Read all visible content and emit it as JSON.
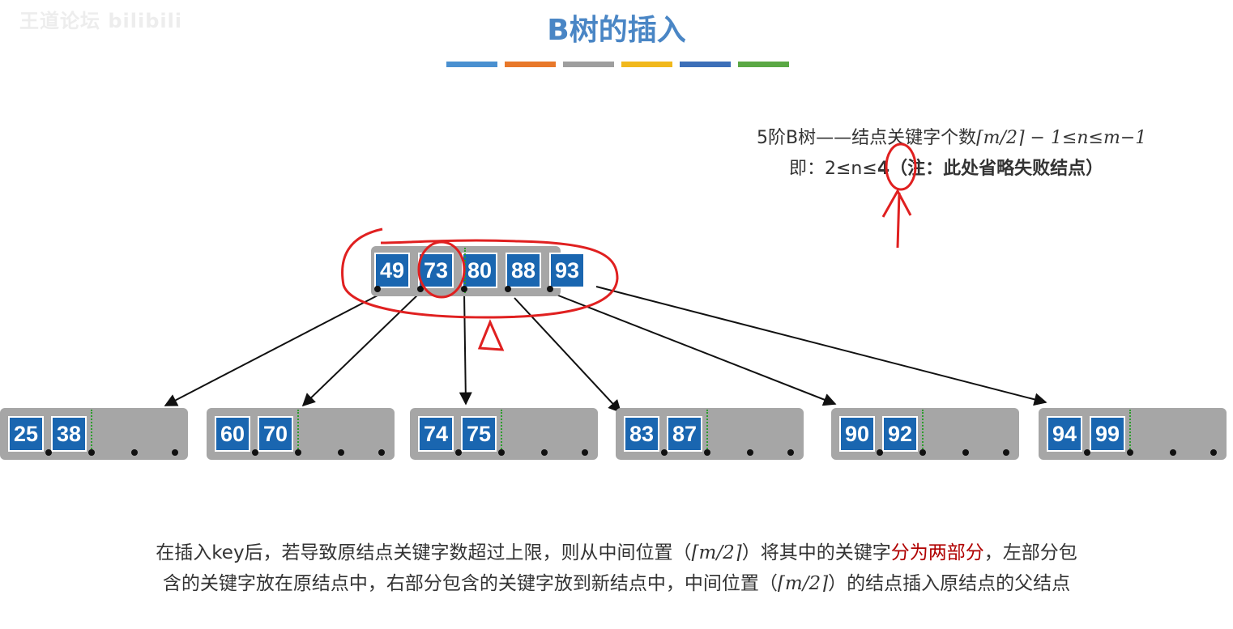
{
  "watermark": "王道论坛 bilibili",
  "title": "B树的插入",
  "title_bar_colors": [
    "#4a90d0",
    "#e8782a",
    "#9e9e9e",
    "#f1b81c",
    "#3c6fb8",
    "#5aa844"
  ],
  "note": {
    "line1_prefix": "5阶B树——结点关键字个数",
    "line1_formula": "⌈m/2⌉ − 1≤n≤m−1",
    "line2_prefix": "即：2≤n≤",
    "line2_value": "4",
    "line2_suffix": "（注：此处省略失败结点）"
  },
  "root_node": {
    "keys": [
      "49",
      "73",
      "80",
      "88",
      "93"
    ]
  },
  "child_nodes": [
    {
      "keys": [
        "25",
        "38"
      ]
    },
    {
      "keys": [
        "60",
        "70"
      ]
    },
    {
      "keys": [
        "74",
        "75"
      ]
    },
    {
      "keys": [
        "83",
        "87"
      ]
    },
    {
      "keys": [
        "90",
        "92"
      ]
    },
    {
      "keys": [
        "94",
        "99"
      ]
    }
  ],
  "description": {
    "line1_a": "在插入key后，若导致原结点关键字数超过上限，则从中间位置（",
    "line1_formula": "⌈m/2⌉",
    "line1_b": "）将其中的关键字",
    "line1_highlight": "分为两部分",
    "line1_c": "，左部分包",
    "line2_a": "含的关键字放在原结点中，右部分包含的关键字放到新结点中，中间位置（",
    "line2_formula": "⌈m/2⌉",
    "line2_b": "）的结点插入原结点的父结点"
  },
  "colors": {
    "title": "#4a86c5",
    "key_fill": "#1a66b0",
    "node_fill": "#a6a6a6",
    "annotation": "#e02020",
    "highlight_text": "#b00000"
  }
}
